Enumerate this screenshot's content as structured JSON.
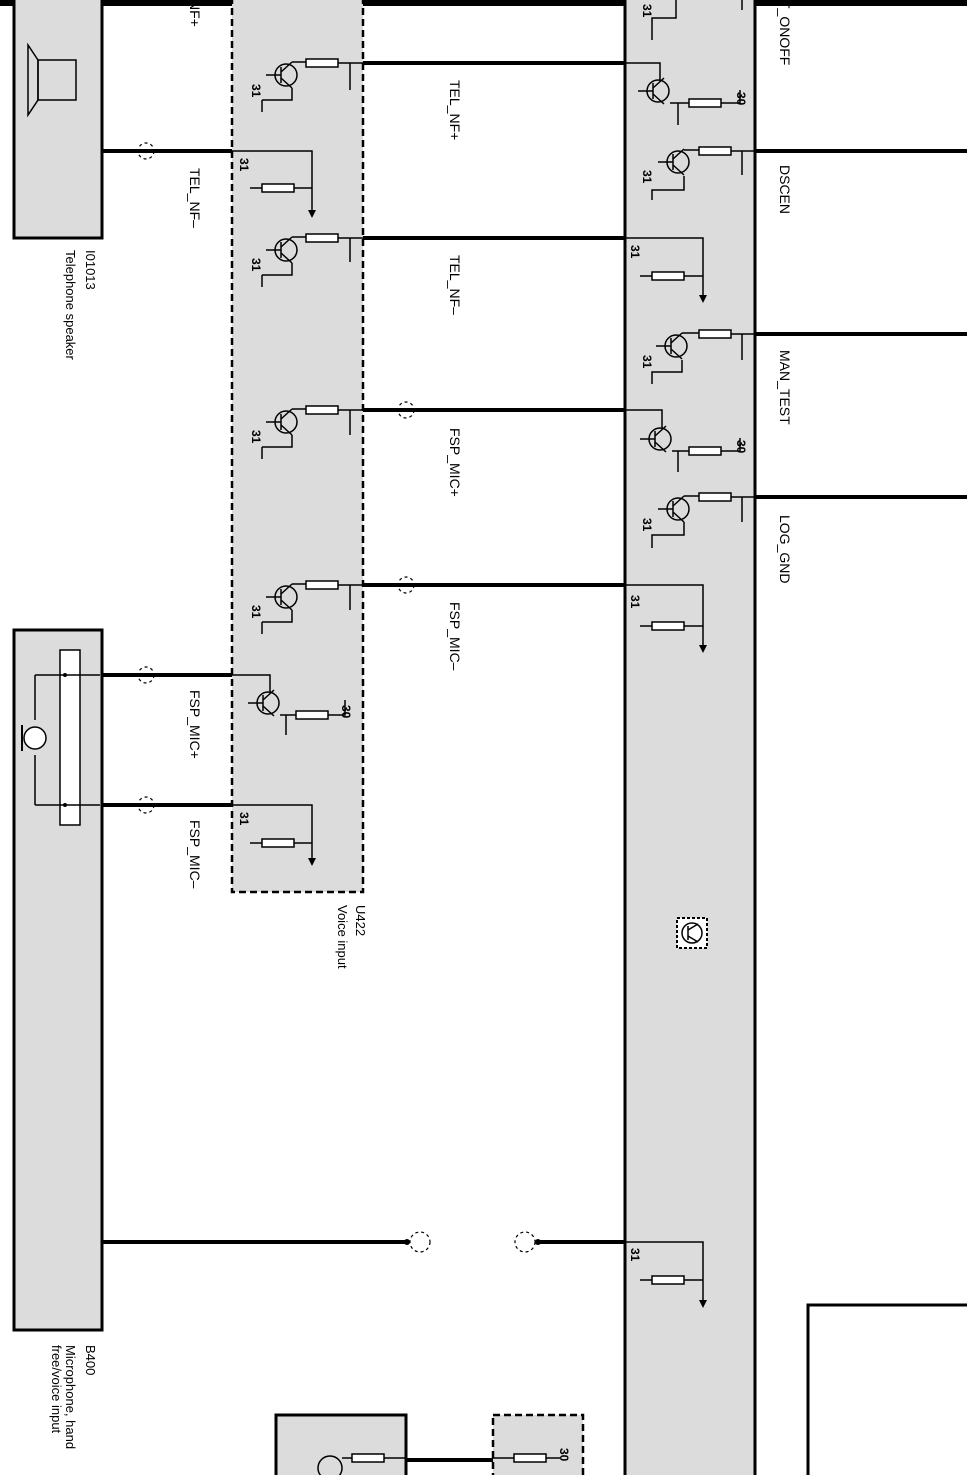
{
  "components": {
    "i01013": {
      "code": "I01013",
      "name": "Telephone speaker"
    },
    "u422": {
      "code": "U422",
      "name": "Voice input"
    },
    "b400": {
      "code": "B400",
      "name_line1": "Microphone, hand",
      "name_line2": "free/voice input"
    }
  },
  "signals": {
    "nf_plus_top": "NF+",
    "tel_nf_minus_left": "TEL_NF–",
    "tel_nf_plus_mid": "TEL_NF+",
    "tel_nf_minus_mid": "TEL_NF–",
    "fsp_mic_plus_mid": "FSP_MIC+",
    "fsp_mic_minus_mid": "FSP_MIC–",
    "fsp_mic_plus_left": "FSP_MIC+",
    "fsp_mic_minus_left": "FSP_MIC–",
    "t_onoff": "T_ONOFF",
    "dscen": "DSCEN",
    "man_test": "MAN_TEST",
    "log_gnd": "LOG_GND"
  },
  "terminals": {
    "t31": "31",
    "t30": "30"
  }
}
